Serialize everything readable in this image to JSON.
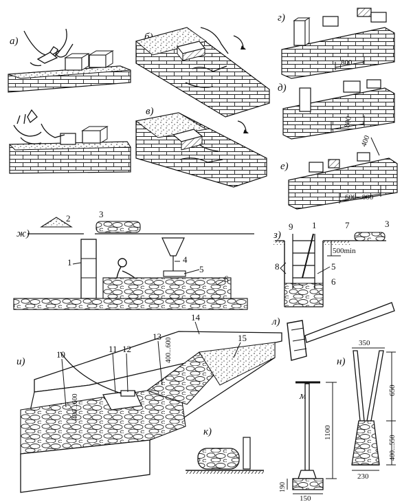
{
  "labels": {
    "a": "а)",
    "b": "б)",
    "v": "в)",
    "g": "г)",
    "d": "д)",
    "e": "е)",
    "zh": "ж)",
    "z": "з)",
    "i": "и)",
    "k": "к)",
    "l": "л)",
    "m": "м)",
    "n": "н)"
  },
  "dims": {
    "g_800": "800",
    "d_800": "800",
    "e_400": "400",
    "e_range": "600...800",
    "z_500": "500min",
    "i_depth": "400...600",
    "n_350": "350",
    "n_650": "650",
    "n_range": "400...550",
    "n_230": "230",
    "m_1100": "1100",
    "m_150": "150",
    "m_190": "190"
  },
  "callouts": {
    "zh": [
      "1",
      "2",
      "3",
      "4",
      "5",
      "6"
    ],
    "z": [
      "9",
      "1",
      "7",
      "3",
      "8",
      "5",
      "6"
    ],
    "i": [
      "10",
      "11",
      "12",
      "13",
      "14",
      "15"
    ]
  }
}
